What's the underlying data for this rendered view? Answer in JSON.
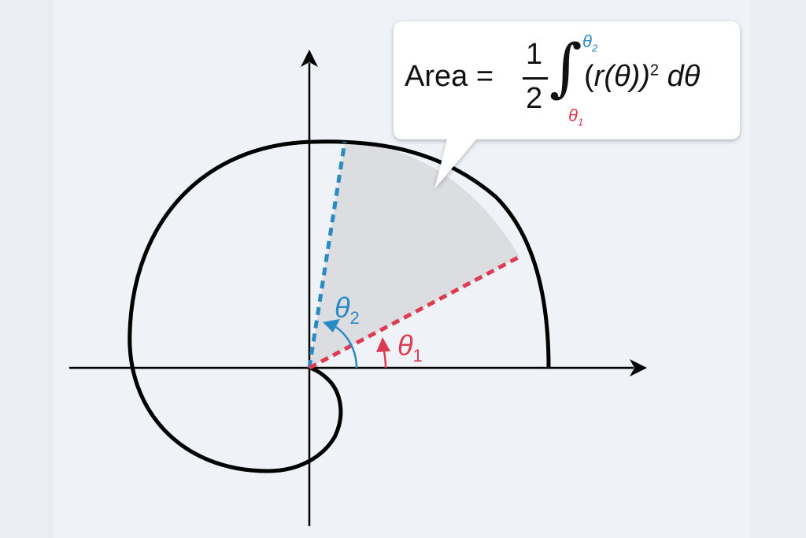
{
  "formula": {
    "label": "Area =",
    "fraction_numerator": "1",
    "fraction_denominator": "2",
    "integral_sign": "∫",
    "upper_limit": "θ",
    "upper_limit_sub": "2",
    "lower_limit": "θ",
    "lower_limit_sub": "1",
    "integrand_open": "(",
    "integrand_r": "r",
    "integrand_theta": "(θ))",
    "exponent": "2",
    "differential": "dθ"
  },
  "labels": {
    "theta2": "θ",
    "theta2_sub": "2",
    "theta1": "θ",
    "theta1_sub": "1"
  },
  "colors": {
    "theta1": "#dc3b52",
    "theta2": "#2a8bc4",
    "shaded_region": "#dcdde0",
    "curve": "#000000",
    "background": "#eff3f7"
  }
}
